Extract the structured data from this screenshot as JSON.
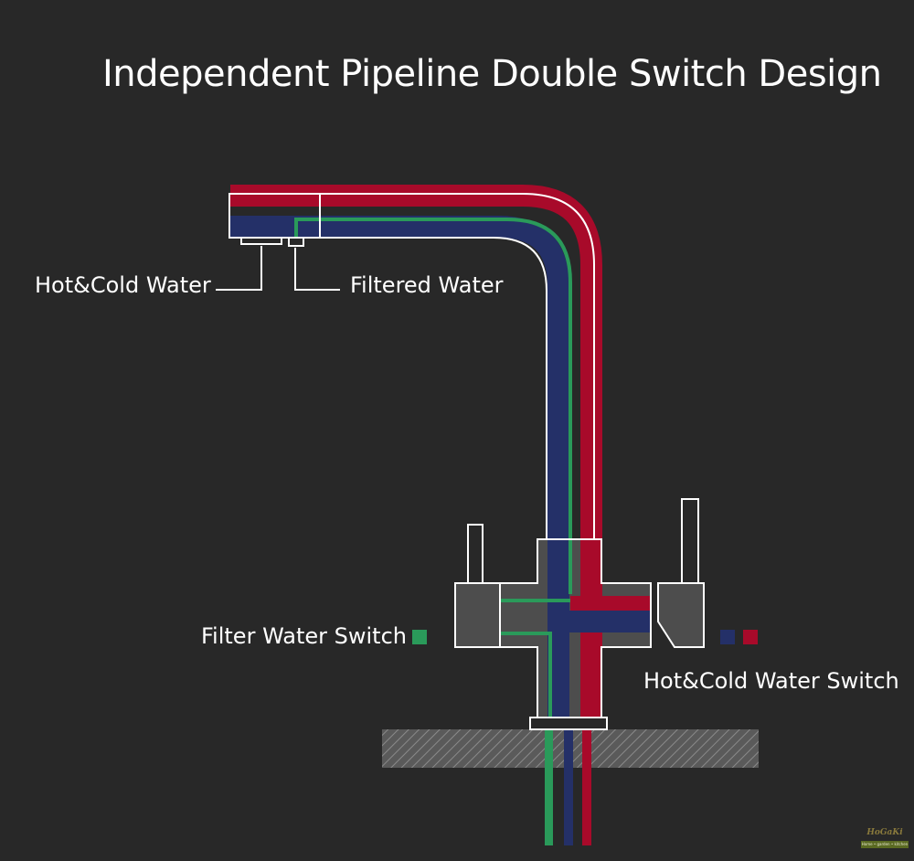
{
  "title": "Independent Pipeline Double Switch Design",
  "labels": {
    "hot_cold_water": "Hot&Cold Water",
    "filtered_water": "Filtered Water",
    "filter_water_switch": "Filter Water Switch",
    "hot_cold_water_switch": "Hot&Cold Water Switch"
  },
  "colors": {
    "background": "#282828",
    "hot": "#a80a2a",
    "cold": "#243068",
    "filtered": "#2a9a5a",
    "outline": "#ffffff",
    "body_fill": "#4d4d4d",
    "counter_fill": "#5a5a5a"
  },
  "logo": {
    "text": "HoGaKi",
    "tagline": "Home • garden • kitchen"
  }
}
